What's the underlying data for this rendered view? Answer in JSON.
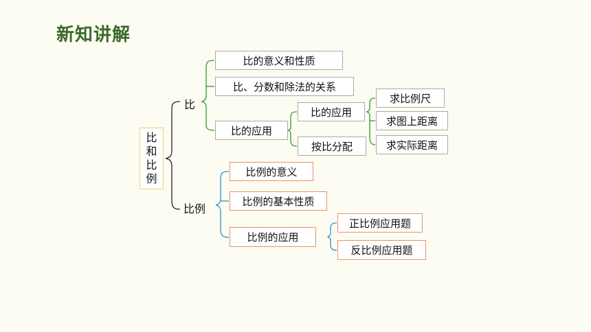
{
  "title": "新知讲解",
  "root": {
    "chars": [
      "比",
      "和",
      "比",
      "例"
    ]
  },
  "branch_bi": {
    "label": "比",
    "items": {
      "meaning": "比的意义和性质",
      "relation": "比、分数和除法的关系",
      "application": "比的应用"
    },
    "application_children": {
      "app": "比的应用",
      "distribute": "按比分配"
    },
    "app_children": [
      "求比例尺",
      "求图上距离",
      "求实际距离"
    ]
  },
  "branch_bili": {
    "label": "比例",
    "items": {
      "meaning": "比例的意义",
      "property": "比例的基本性质",
      "application": "比例的应用"
    },
    "application_children": [
      "正比例应用题",
      "反比例应用题"
    ]
  },
  "colors": {
    "title": "#3a6a2a",
    "root_border": "#e9d37a",
    "brace_root": "#222222",
    "brace_bi": "#2e9a2e",
    "brace_bili": "#2a8fd0",
    "box_gray_border": "#a9a9a9",
    "box_orange_border": "#e8926a"
  }
}
